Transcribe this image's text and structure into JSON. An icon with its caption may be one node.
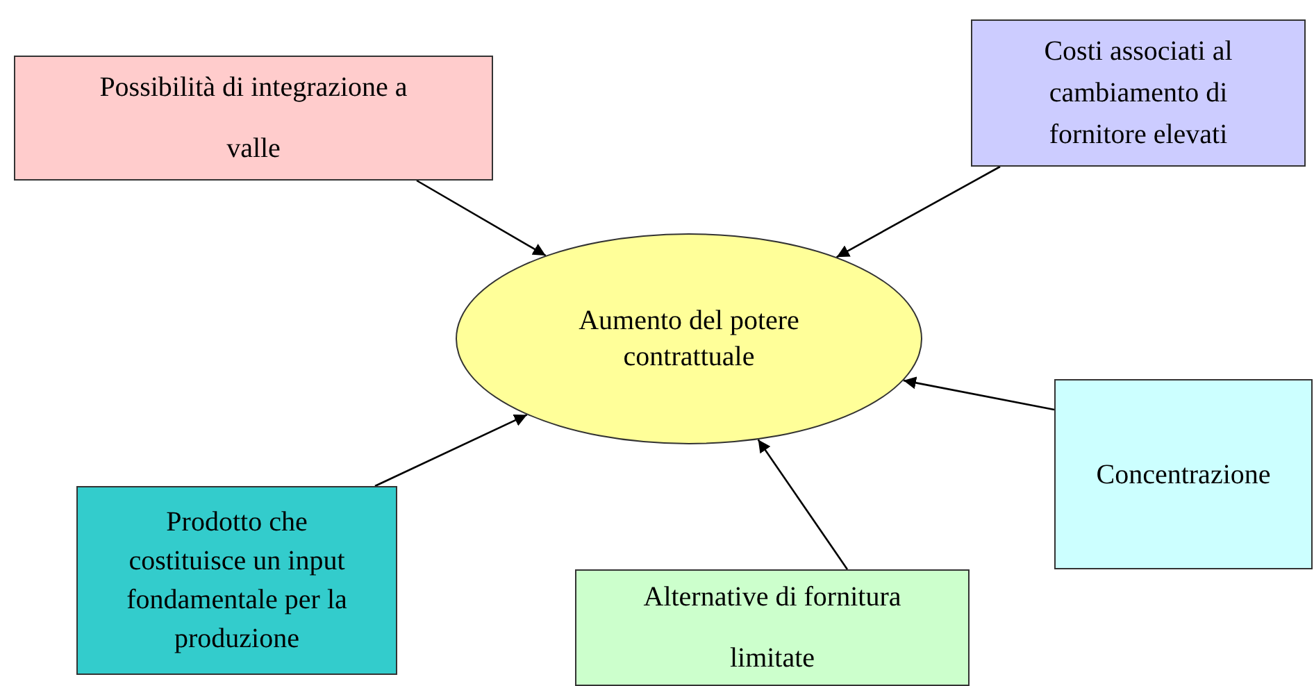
{
  "diagram": {
    "nodes": [
      {
        "text": [
          "Aumento del potere contrattuale"
        ]
      },
      {
        "text": [
          "Possibilità di integrazione a valle"
        ]
      },
      {
        "text": [
          "Costi associati al cambiamento di fornitore elevati"
        ]
      },
      {
        "text": [
          "Concentrazione"
        ]
      },
      {
        "text": [
          "Prodotto che costituisce un input fondamentale per la produzione"
        ]
      },
      {
        "text": [
          "Alternative di fornitura limitate"
        ]
      }
    ],
    "edges": [
      {
        "from": 1,
        "to": 0,
        "arrow": "to"
      },
      {
        "from": 2,
        "to": 0,
        "arrow": "to"
      },
      {
        "from": 3,
        "to": 0,
        "arrow": "to"
      },
      {
        "from": 4,
        "to": 0,
        "arrow": "to"
      },
      {
        "from": 5,
        "to": 0,
        "arrow": "to"
      }
    ]
  }
}
